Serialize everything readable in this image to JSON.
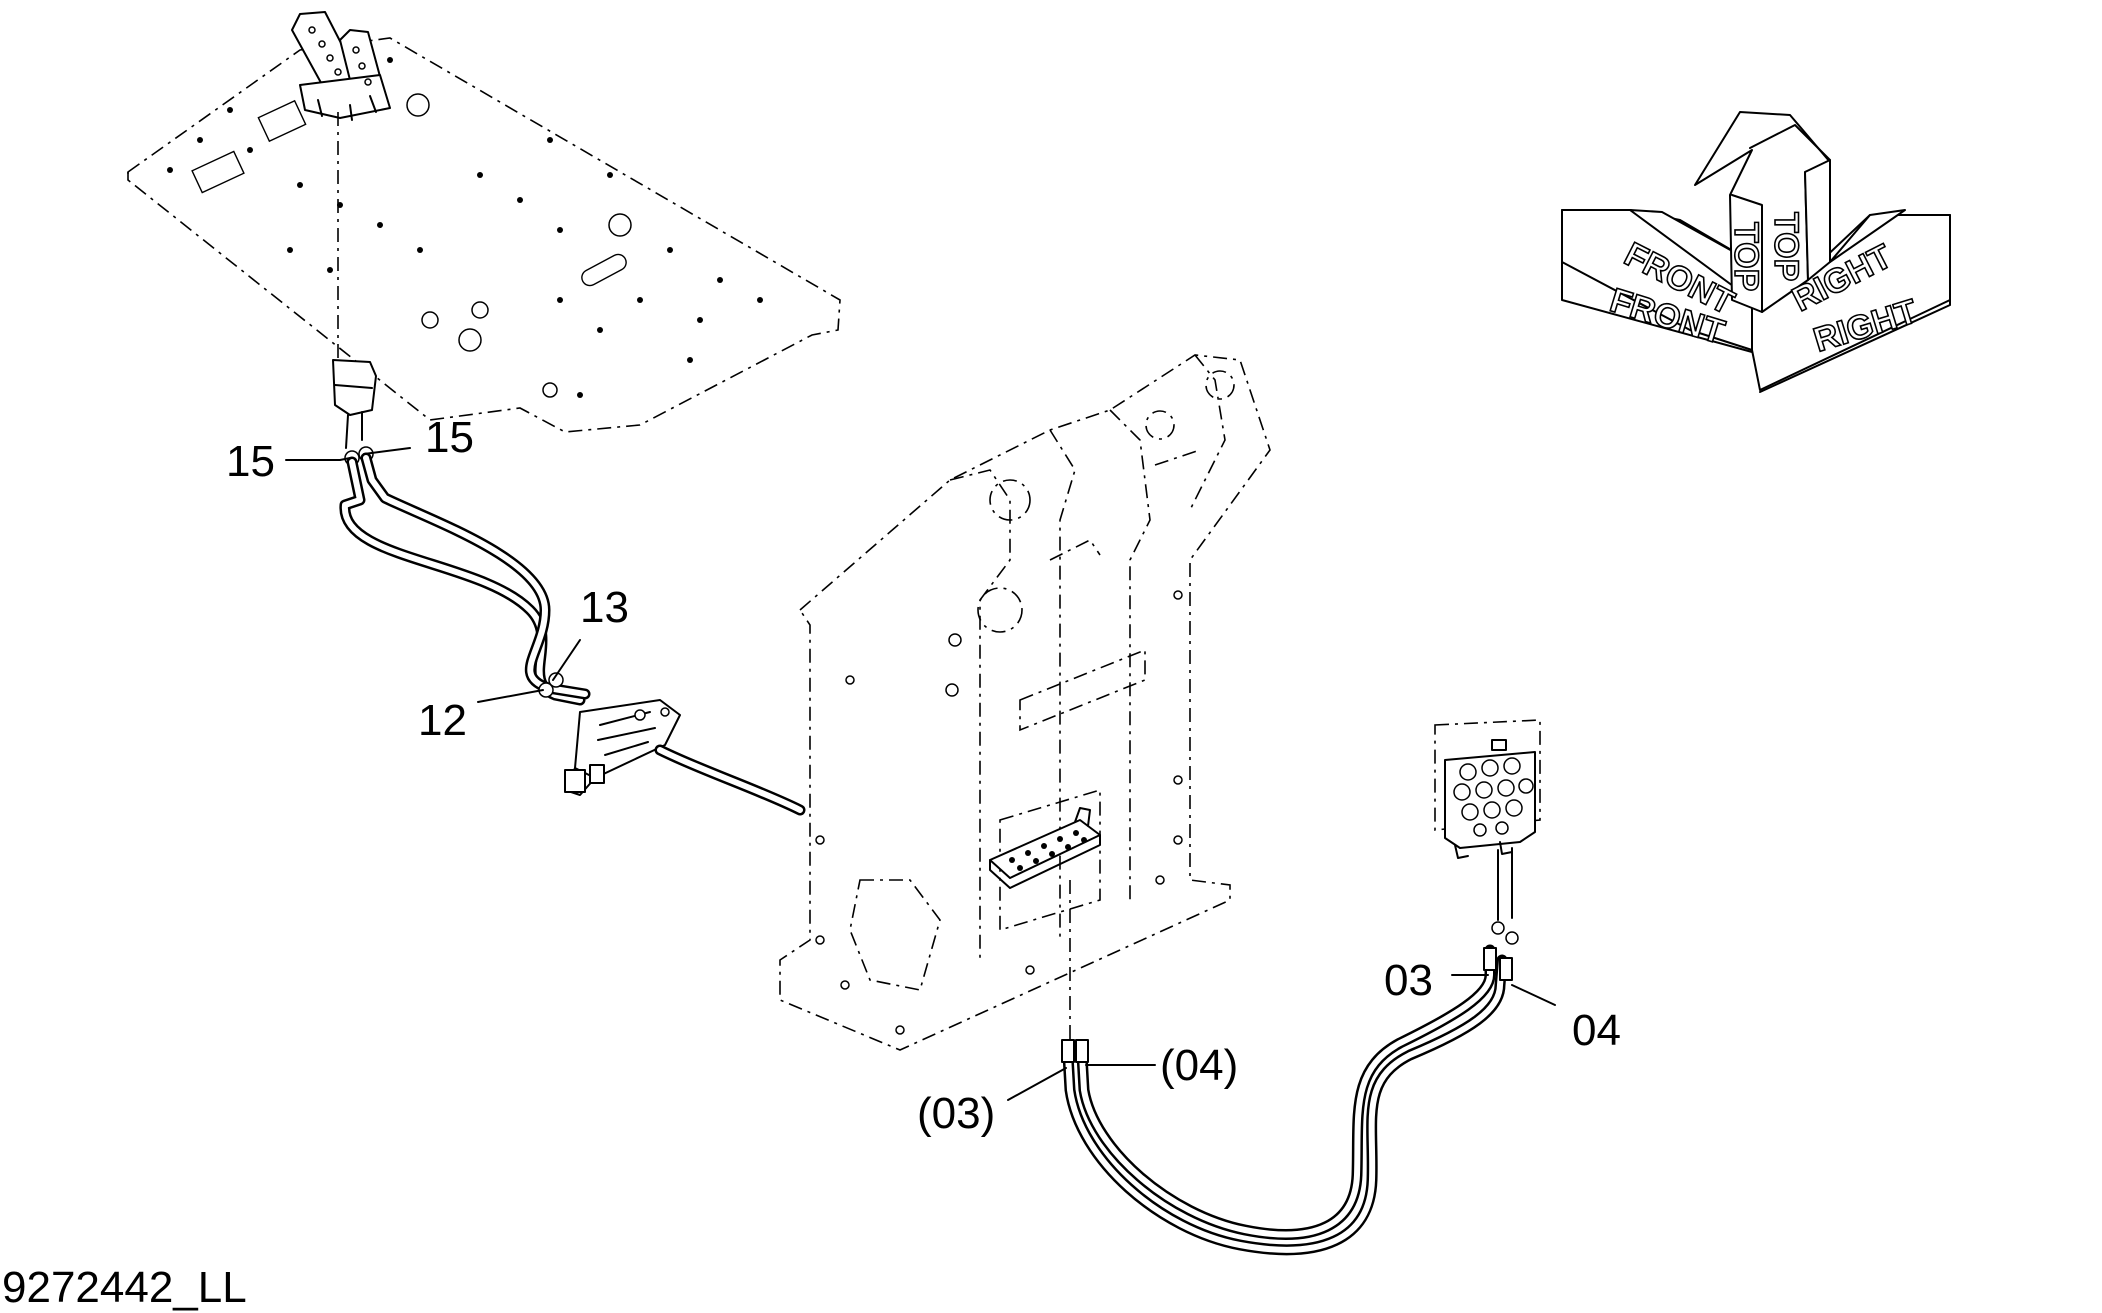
{
  "drawing_number": "9272442_LL",
  "callouts": {
    "c15_left": "15",
    "c15_right": "15",
    "c13": "13",
    "c12": "12",
    "c03": "03",
    "c04": "04",
    "c03_ref": "(03)",
    "c04_ref": "(04)"
  },
  "orientation": {
    "front_a": "FRONT",
    "front_b": "FRONT",
    "top_a": "TOP",
    "top_b": "TOP",
    "right_a": "RIGHT",
    "right_b": "RIGHT"
  }
}
